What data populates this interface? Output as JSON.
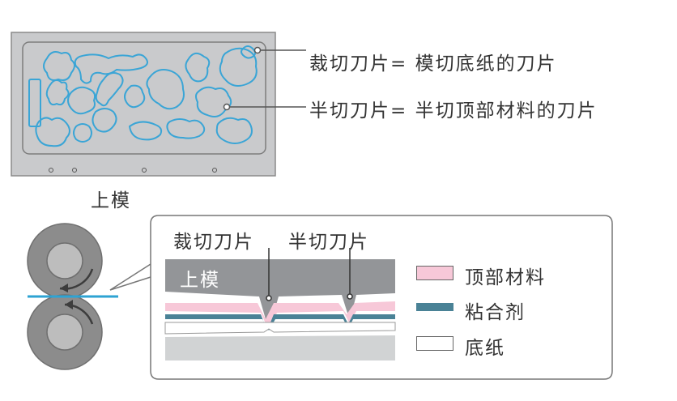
{
  "top": {
    "die_caption": "上模",
    "callout_die_cut": "裁切刀片=  模切底纸的刀片",
    "callout_kiss_cut": "半切刀片=  半切顶部材料的刀片"
  },
  "detail": {
    "label_die_cut_blade": "裁切刀片",
    "label_kiss_cut_blade": "半切刀片",
    "label_die": "上模"
  },
  "legend": {
    "items": [
      {
        "label": "顶部材料",
        "color": "#f7c8d8"
      },
      {
        "label": "粘合剂",
        "color": "#4a8296"
      },
      {
        "label": "底纸",
        "color": "#ffffff"
      }
    ]
  },
  "colors": {
    "die_plate": "#a7a9ac",
    "die_inner": "#c9cacc",
    "blade_outline": "#3aa5d6",
    "roller": "#8c8c8c",
    "web": "#2ea3d3"
  }
}
